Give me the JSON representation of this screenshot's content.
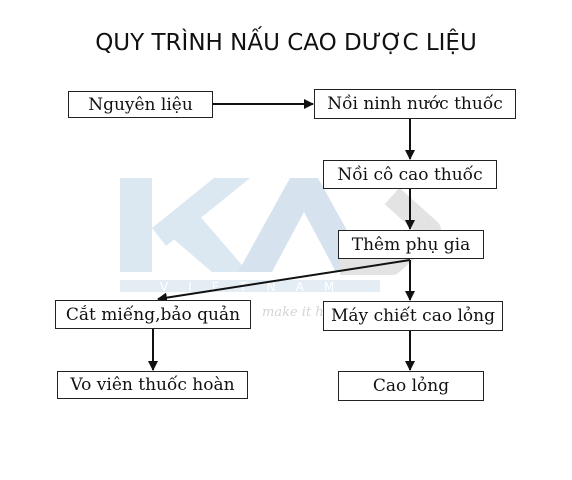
{
  "title": "QUY TRÌNH NẤU CAO DƯỢC LIỆU",
  "watermark": {
    "brand": "KAS",
    "subtext": "VIETNAM",
    "slogan": "make it hap",
    "color": "#dbe7f1"
  },
  "nodes": {
    "nguyen_lieu": "Nguyên liệu",
    "noi_ninh": "Nồi ninh nước thuốc",
    "noi_co": "Nồi cô cao thuốc",
    "them_phu_gia": "Thêm phụ gia",
    "cat_mieng": "Cắt miếng,bảo quản",
    "may_chiet": "Máy chiết cao lỏng",
    "vo_vien": "Vo viên thuốc hoàn",
    "cao_long": "Cao lỏng"
  },
  "edges": [
    {
      "from": "Nguyên liệu",
      "to": "Nồi ninh nước thuốc"
    },
    {
      "from": "Nồi ninh nước thuốc",
      "to": "Nồi cô cao thuốc"
    },
    {
      "from": "Nồi cô cao thuốc",
      "to": "Thêm phụ gia"
    },
    {
      "from": "Thêm phụ gia",
      "to": "Cắt miếng,bảo quản"
    },
    {
      "from": "Thêm phụ gia",
      "to": "Máy chiết cao lỏng"
    },
    {
      "from": "Cắt miếng,bảo quản",
      "to": "Vo viên thuốc hoàn"
    },
    {
      "from": "Máy chiết cao lỏng",
      "to": "Cao lỏng"
    }
  ]
}
